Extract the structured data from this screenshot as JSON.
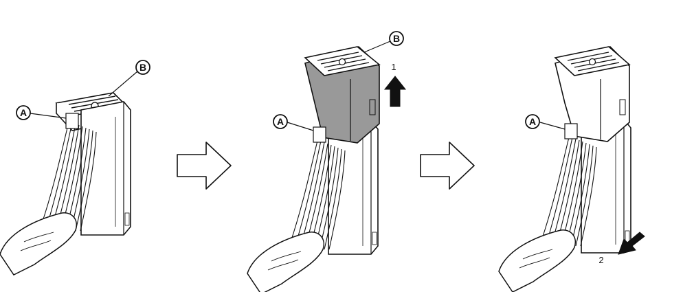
{
  "panels": [
    {
      "id": "step-1",
      "callouts": [
        {
          "letter": "A"
        },
        {
          "letter": "B"
        }
      ],
      "lever": "closed",
      "action": null
    },
    {
      "id": "step-2",
      "callouts": [
        {
          "letter": "A"
        },
        {
          "letter": "B"
        }
      ],
      "lever": "raised",
      "lever_color": "#999999",
      "action": {
        "step_label": "1",
        "direction": "up"
      }
    },
    {
      "id": "step-3",
      "callouts": [
        {
          "letter": "A"
        }
      ],
      "lever": "raised",
      "lever_color": "#ffffff",
      "action": {
        "step_label": "2",
        "direction": "down-left"
      }
    }
  ],
  "transition_arrows": 2,
  "colors": {
    "ink": "#111111",
    "highlight": "#999999",
    "paper": "#ffffff"
  }
}
